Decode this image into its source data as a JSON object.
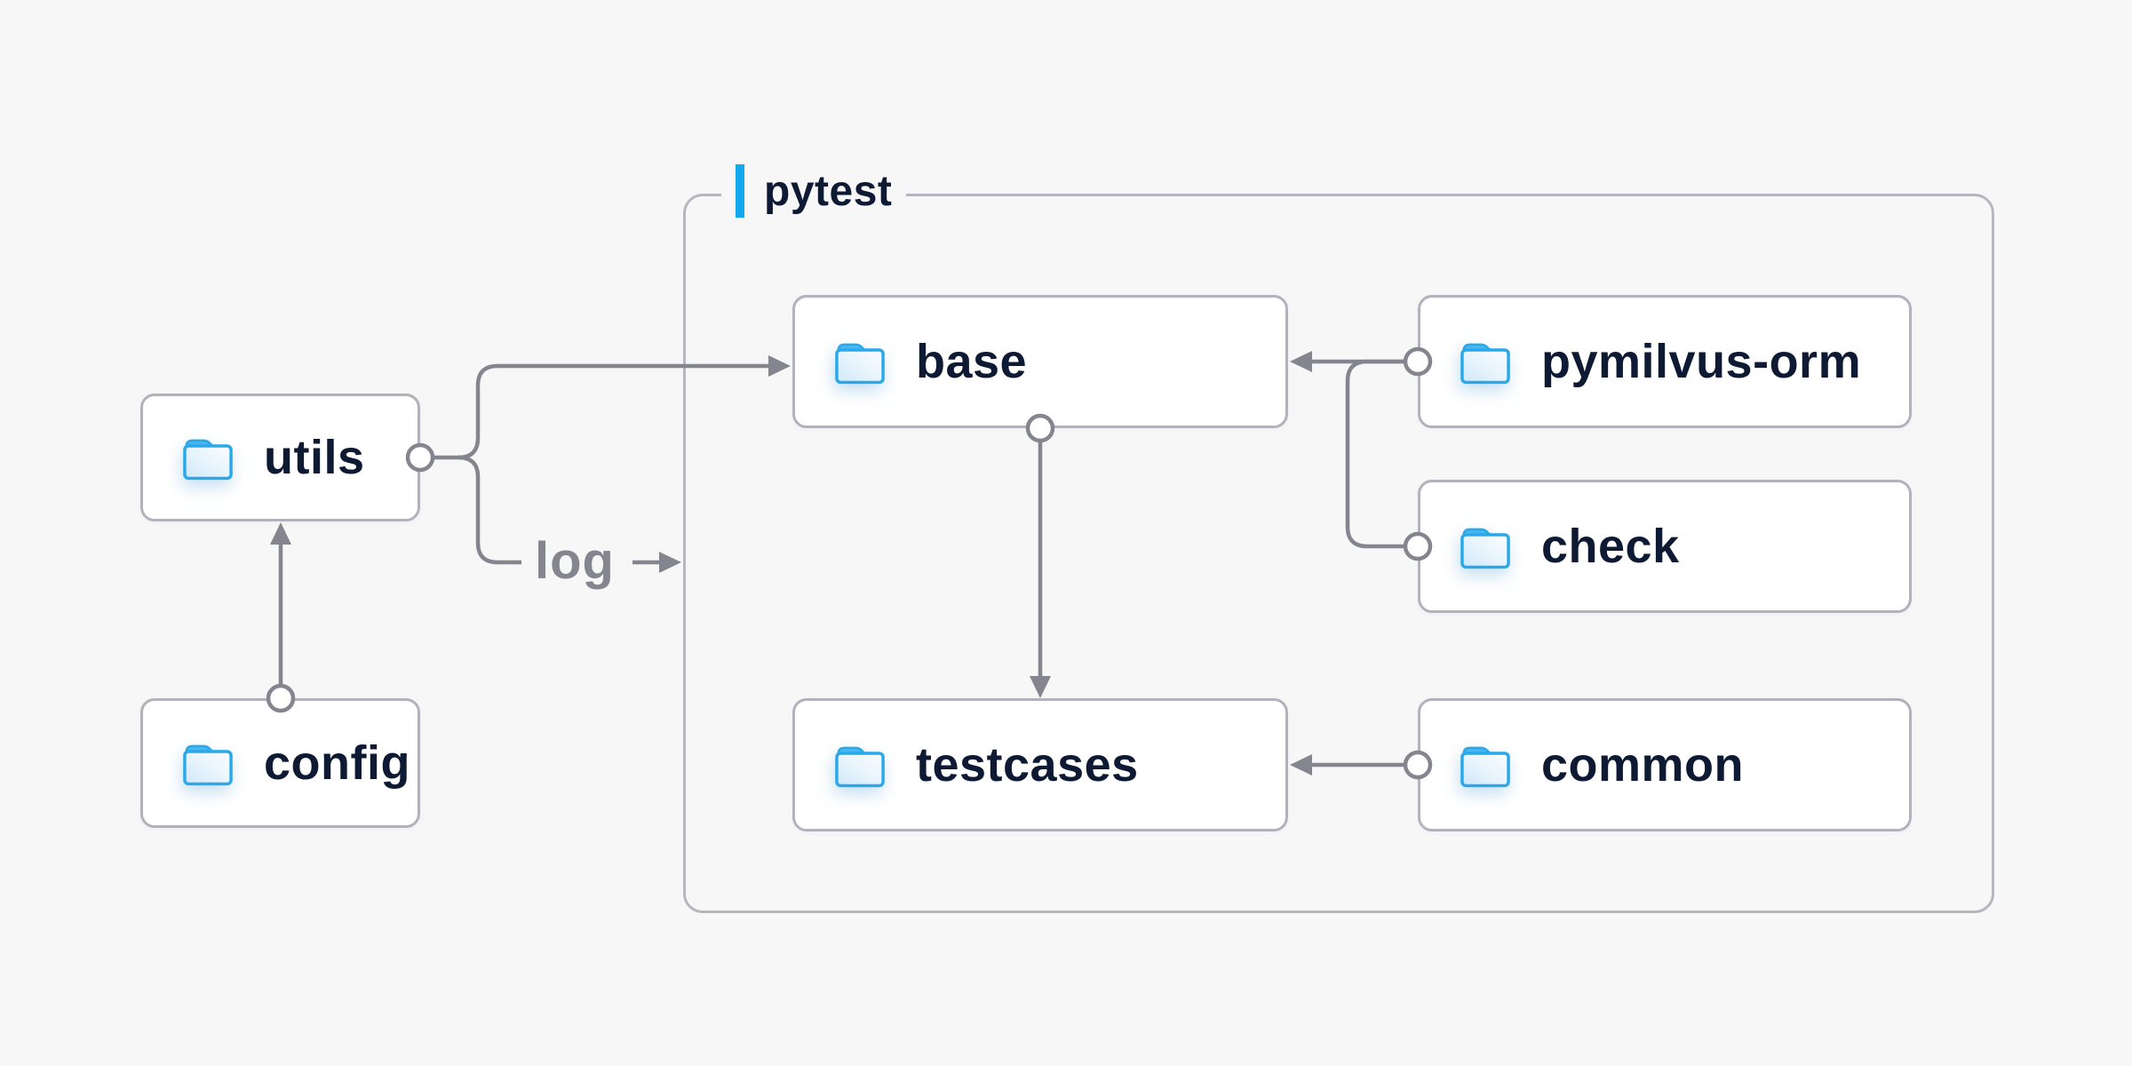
{
  "container": {
    "label": "pytest"
  },
  "nodes": {
    "utils": {
      "label": "utils"
    },
    "config": {
      "label": "config"
    },
    "base": {
      "label": "base"
    },
    "pymilvus_orm": {
      "label": "pymilvus-orm"
    },
    "check": {
      "label": "check"
    },
    "testcases": {
      "label": "testcases"
    },
    "common": {
      "label": "common"
    }
  },
  "edge_label": "log",
  "edges": [
    {
      "from": "config",
      "to": "utils",
      "type": "arrow"
    },
    {
      "from": "utils",
      "to": "base",
      "type": "arrow"
    },
    {
      "from": "utils",
      "to": "pytest",
      "type": "arrow",
      "label": "log"
    },
    {
      "from": "pymilvus-orm",
      "to": "base",
      "type": "arrow"
    },
    {
      "from": "pymilvus-orm",
      "to": "check",
      "type": "line"
    },
    {
      "from": "base",
      "to": "testcases",
      "type": "arrow"
    },
    {
      "from": "common",
      "to": "testcases",
      "type": "arrow"
    }
  ],
  "colors": {
    "background": "#f7f7f8",
    "node_fill": "#ffffff",
    "node_border": "#b2b2bc",
    "container_border": "#b6b6c0",
    "connector": "#85858f",
    "text": "#0e1a33",
    "muted_text": "#85858f",
    "accent_blue": "#12a8ec",
    "folder_stroke": "#29a9ea",
    "folder_tab": "#4cb6ee",
    "folder_fill_top": "#f9fcff",
    "folder_fill_bottom": "#cfe7f9"
  }
}
